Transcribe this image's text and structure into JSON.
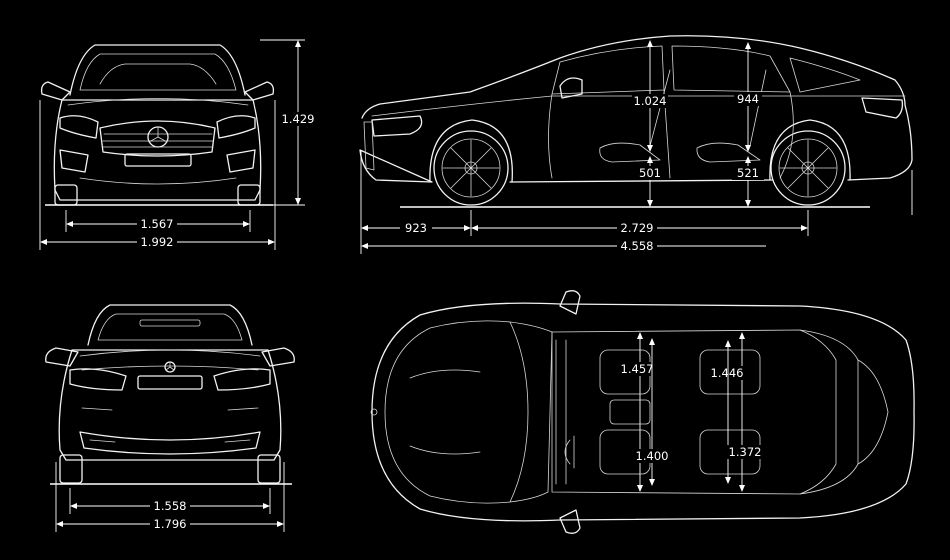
{
  "views": {
    "front": {
      "height": "1.429",
      "track": "1.567",
      "width": "1.992"
    },
    "side": {
      "headroom_front": "1.024",
      "headroom_rear": "944",
      "seat_height_front": "501",
      "seat_height_rear": "521",
      "front_overhang": "923",
      "wheelbase": "2.729",
      "length": "4.558"
    },
    "rear": {
      "track": "1.558",
      "width": "1.796"
    },
    "top": {
      "shoulder_front": "1.457",
      "shoulder_rear": "1.446",
      "hip_front": "1.400",
      "hip_rear": "1.372"
    }
  },
  "colors": {
    "background": "#000000",
    "line": "#f2f2f2"
  }
}
